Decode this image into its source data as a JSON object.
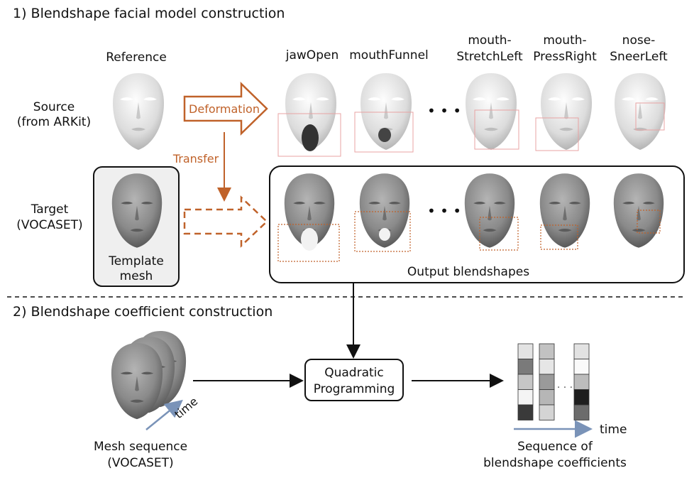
{
  "sections": {
    "s1_title": "1) Blendshape facial model construction",
    "s2_title": "2) Blendshape coefficient construction"
  },
  "rows": {
    "source_line1": "Source",
    "source_line2": "(from ARKit)",
    "target_line1": "Target",
    "target_line2": "(VOCASET)"
  },
  "reference_label": "Reference",
  "template": {
    "line1": "Template",
    "line2": "mesh"
  },
  "columns": [
    {
      "line1": "",
      "line2": "jawOpen"
    },
    {
      "line1": "",
      "line2": "mouthFunnel"
    },
    {
      "line1": "mouth-",
      "line2": "StretchLeft"
    },
    {
      "line1": "mouth-",
      "line2": "PressRight"
    },
    {
      "line1": "nose-",
      "line2": "SneerLeft"
    }
  ],
  "ellipsis": "• • •",
  "arrows": {
    "deformation": "Deformation",
    "transfer": "Transfer"
  },
  "output_label": "Output blendshapes",
  "qp": {
    "line1": "Quadratic",
    "line2": "Programming"
  },
  "mesh_seq": {
    "time": "time",
    "line1": "Mesh sequence",
    "line2": "(VOCASET)"
  },
  "coeff": {
    "time": "time",
    "line1": "Sequence of",
    "line2": "blendshape coefficients",
    "dots": "· · ·"
  },
  "colors": {
    "orange": "#c0622a",
    "box_fill": "#efefef",
    "source_face": "#e6e6e6",
    "target_face": "#8a8a8a",
    "arrow_blue": "#7a93b8"
  },
  "coeff_columns": [
    [
      "#e3e3e3",
      "#7a7a7a",
      "#c6c6c6",
      "#f4f4f4",
      "#3a3a3a"
    ],
    [
      "#c2c2c2",
      "#e6e6e6",
      "#9a9a9a",
      "#b6b6b6",
      "#d4d4d4"
    ],
    [
      "#e2e2e2",
      "#fafafa",
      "#bcbcbc",
      "#1e1e1e",
      "#6c6c6c"
    ]
  ]
}
